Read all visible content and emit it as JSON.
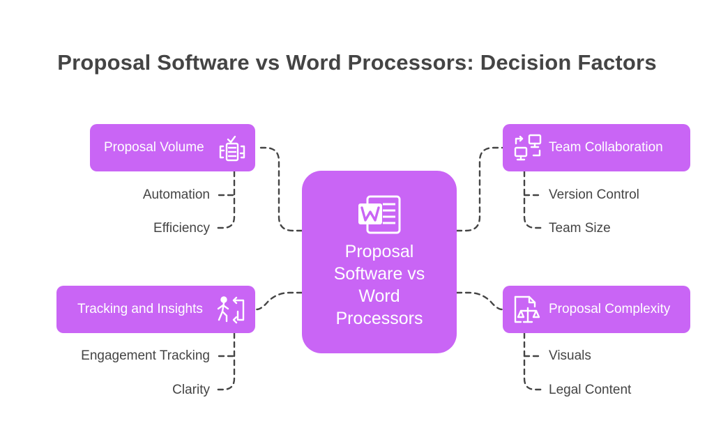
{
  "title": "Proposal Software vs Word Processors: Decision Factors",
  "center": {
    "label": "Proposal Software vs Word Processors",
    "icon": "word-document-icon"
  },
  "branches": [
    {
      "label": "Proposal Volume",
      "icon": "checklist-icon",
      "items": [
        "Automation",
        "Efficiency"
      ]
    },
    {
      "label": "Tracking and Insights",
      "icon": "person-tracking-icon",
      "items": [
        "Engagement Tracking",
        "Clarity"
      ]
    },
    {
      "label": "Team Collaboration",
      "icon": "computers-sync-icon",
      "items": [
        "Version Control",
        "Team Size"
      ]
    },
    {
      "label": "Proposal Complexity",
      "icon": "legal-document-icon",
      "items": [
        "Visuals",
        "Legal Content"
      ]
    }
  ],
  "colors": {
    "node_fill": "#c965f5",
    "node_text": "#ffffff",
    "text": "#444444",
    "connector": "#444444"
  }
}
